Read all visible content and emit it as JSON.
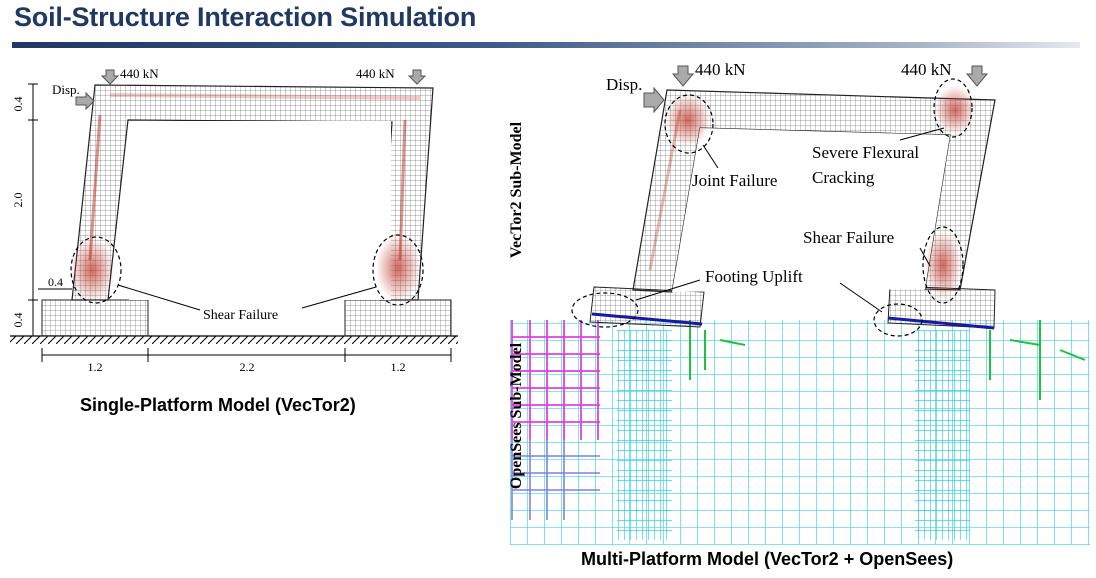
{
  "slide": {
    "title": "Soil-Structure Interaction Simulation"
  },
  "left_figure": {
    "caption": "Single-Platform Model (VecTor2)",
    "loads": {
      "left": "440 kN",
      "right": "440 kN"
    },
    "disp_label": "Disp.",
    "shear_label": "Shear Failure",
    "dims_vertical": [
      "0.4",
      "2.0",
      "0.4",
      "0.4"
    ],
    "dims_horizontal": [
      "1.2",
      "2.2",
      "1.2"
    ],
    "inner_dim": "0.4"
  },
  "right_figure": {
    "caption": "Multi-Platform Model (VecTor2 + OpenSees)",
    "loads": {
      "left": "440 kN",
      "right": "440 kN"
    },
    "disp_label": "Disp.",
    "submodel_top": "VecTor2 Sub-Model",
    "submodel_bottom": "OpenSees Sub-Model",
    "annotations": {
      "joint": "Joint Failure",
      "flexural_line1": "Severe Flexural",
      "flexural_line2": "Cracking",
      "shear": "Shear Failure",
      "uplift": "Footing Uplift"
    }
  },
  "colors": {
    "title": "#1f3864",
    "crack": "#c0392b",
    "mesh": "#555555",
    "soil_magenta": "#e040e0",
    "soil_cyan": "#40e0f0",
    "soil_green": "#20c040",
    "boundary": "#1a1aa0"
  }
}
